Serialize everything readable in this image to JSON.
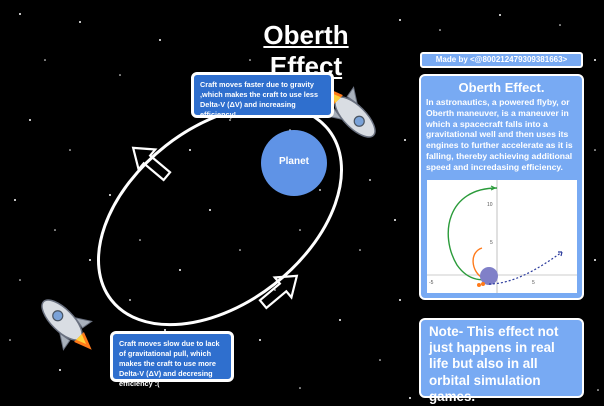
{
  "title": "Oberth Effect",
  "callout_top": "Craft moves faster due to gravity ,which makes the craft to use less Delta-V (ΔV) and increasing efficiency!",
  "callout_bottom": "Craft moves slow due to lack of gravitational pull, which makes the craft to use more Delta-V (ΔV) and decresing efficiency :(",
  "planet_label": "Planet",
  "made_by": "Made by <@800212479309381663>",
  "info": {
    "title": "Oberth Effect.",
    "body": "In astronautics, a powered flyby, or Oberth maneuver, is a maneuver in which a spacecraft falls into a gravitational well and then uses its engines to further accelerate as it is falling, thereby achieving additional speed and incredasing efficiency.",
    "plot_ticks": {
      "y10": "10",
      "y5": "5",
      "x_neg5": "-5",
      "x5": "5"
    }
  },
  "note": "Note- This effect not just happens in real life but also in all orbital simulation games.",
  "colors": {
    "callout": "#2f6fce",
    "panel": "#78aaf3",
    "planet": "#5f93e6",
    "rocket_flame": "#ff7a1a"
  },
  "icons": [
    "rocket-top-right",
    "rocket-bottom-left",
    "arrow-up-left",
    "arrow-up-right"
  ]
}
